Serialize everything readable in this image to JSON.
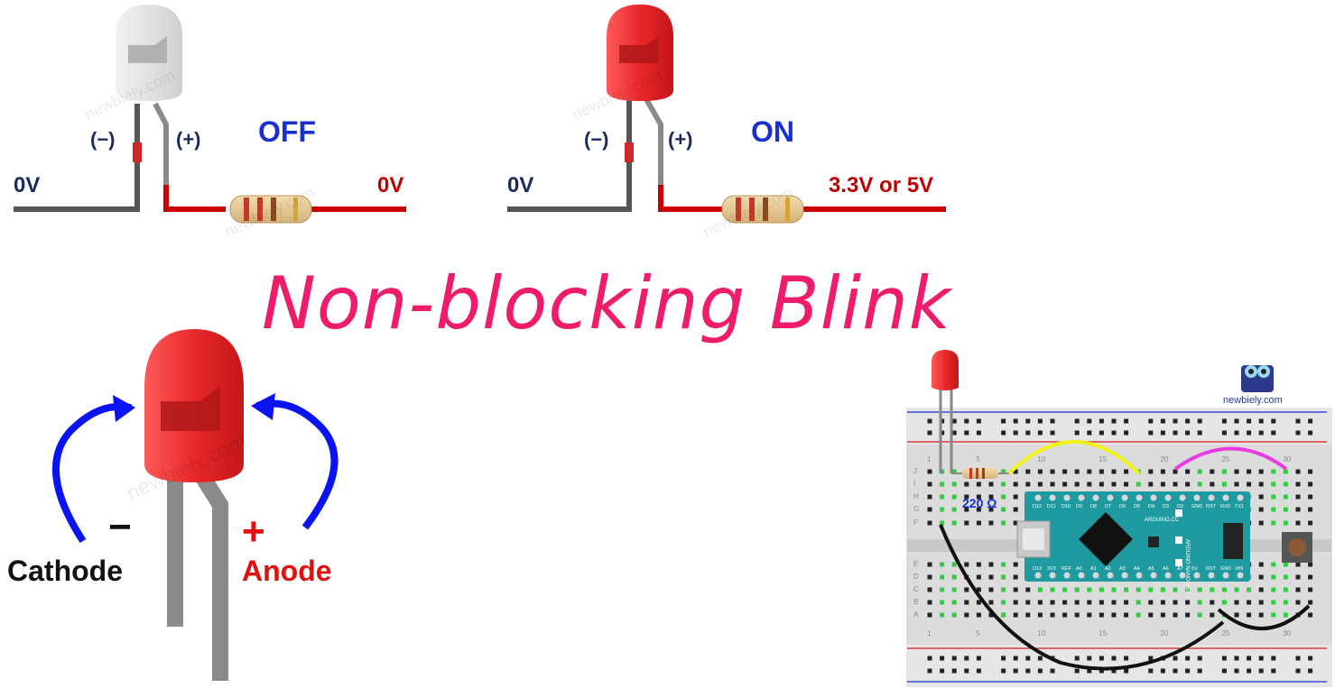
{
  "off_panel": {
    "cathode_sign": "(−)",
    "anode_sign": "(+)",
    "state": "OFF",
    "left_voltage": "0V",
    "right_voltage": "0V"
  },
  "on_panel": {
    "cathode_sign": "(−)",
    "anode_sign": "(+)",
    "state": "ON",
    "left_voltage": "0V",
    "right_voltage": "3.3V or 5V"
  },
  "title": "Non-blocking Blink",
  "led_pinout": {
    "cathode_sign": "−",
    "cathode_label": "Cathode",
    "anode_sign": "+",
    "anode_label": "Anode"
  },
  "wiring": {
    "resistor_label": "220 Ω",
    "brand": "newbiely.com",
    "board_header_top": [
      "D12",
      "D11",
      "D10",
      "D9",
      "D8",
      "D7",
      "D6",
      "D5",
      "D4",
      "D3",
      "D2",
      "GND",
      "RST",
      "RX0",
      "TX1"
    ],
    "board_header_bottom": [
      "D13",
      "3V3",
      "REF",
      "A0",
      "A1",
      "A2",
      "A3",
      "A4",
      "A5",
      "A6",
      "A7",
      "5V",
      "RST",
      "GND",
      "VIN"
    ],
    "board_name": "ARDUINO NANO V3.0",
    "board_site": "ARDUINO.CC",
    "row_letters_top": [
      "J",
      "I",
      "H",
      "G",
      "F"
    ],
    "row_letters_bottom": [
      "E",
      "D",
      "C",
      "B",
      "A"
    ],
    "column_numbers": [
      "1",
      "5",
      "10",
      "15",
      "20",
      "25",
      "30"
    ]
  },
  "watermark": "newbiely.com",
  "colors": {
    "title": "#ee1c6a",
    "voltage_low": "#1a2a5a",
    "voltage_high": "#c00000",
    "state": "#1a2fd0",
    "arrow": "#0a14f0",
    "led_red": "#e8282a",
    "wire_dark": "#555555",
    "wire_red": "#cc0000",
    "board": "#1f9aa0"
  }
}
